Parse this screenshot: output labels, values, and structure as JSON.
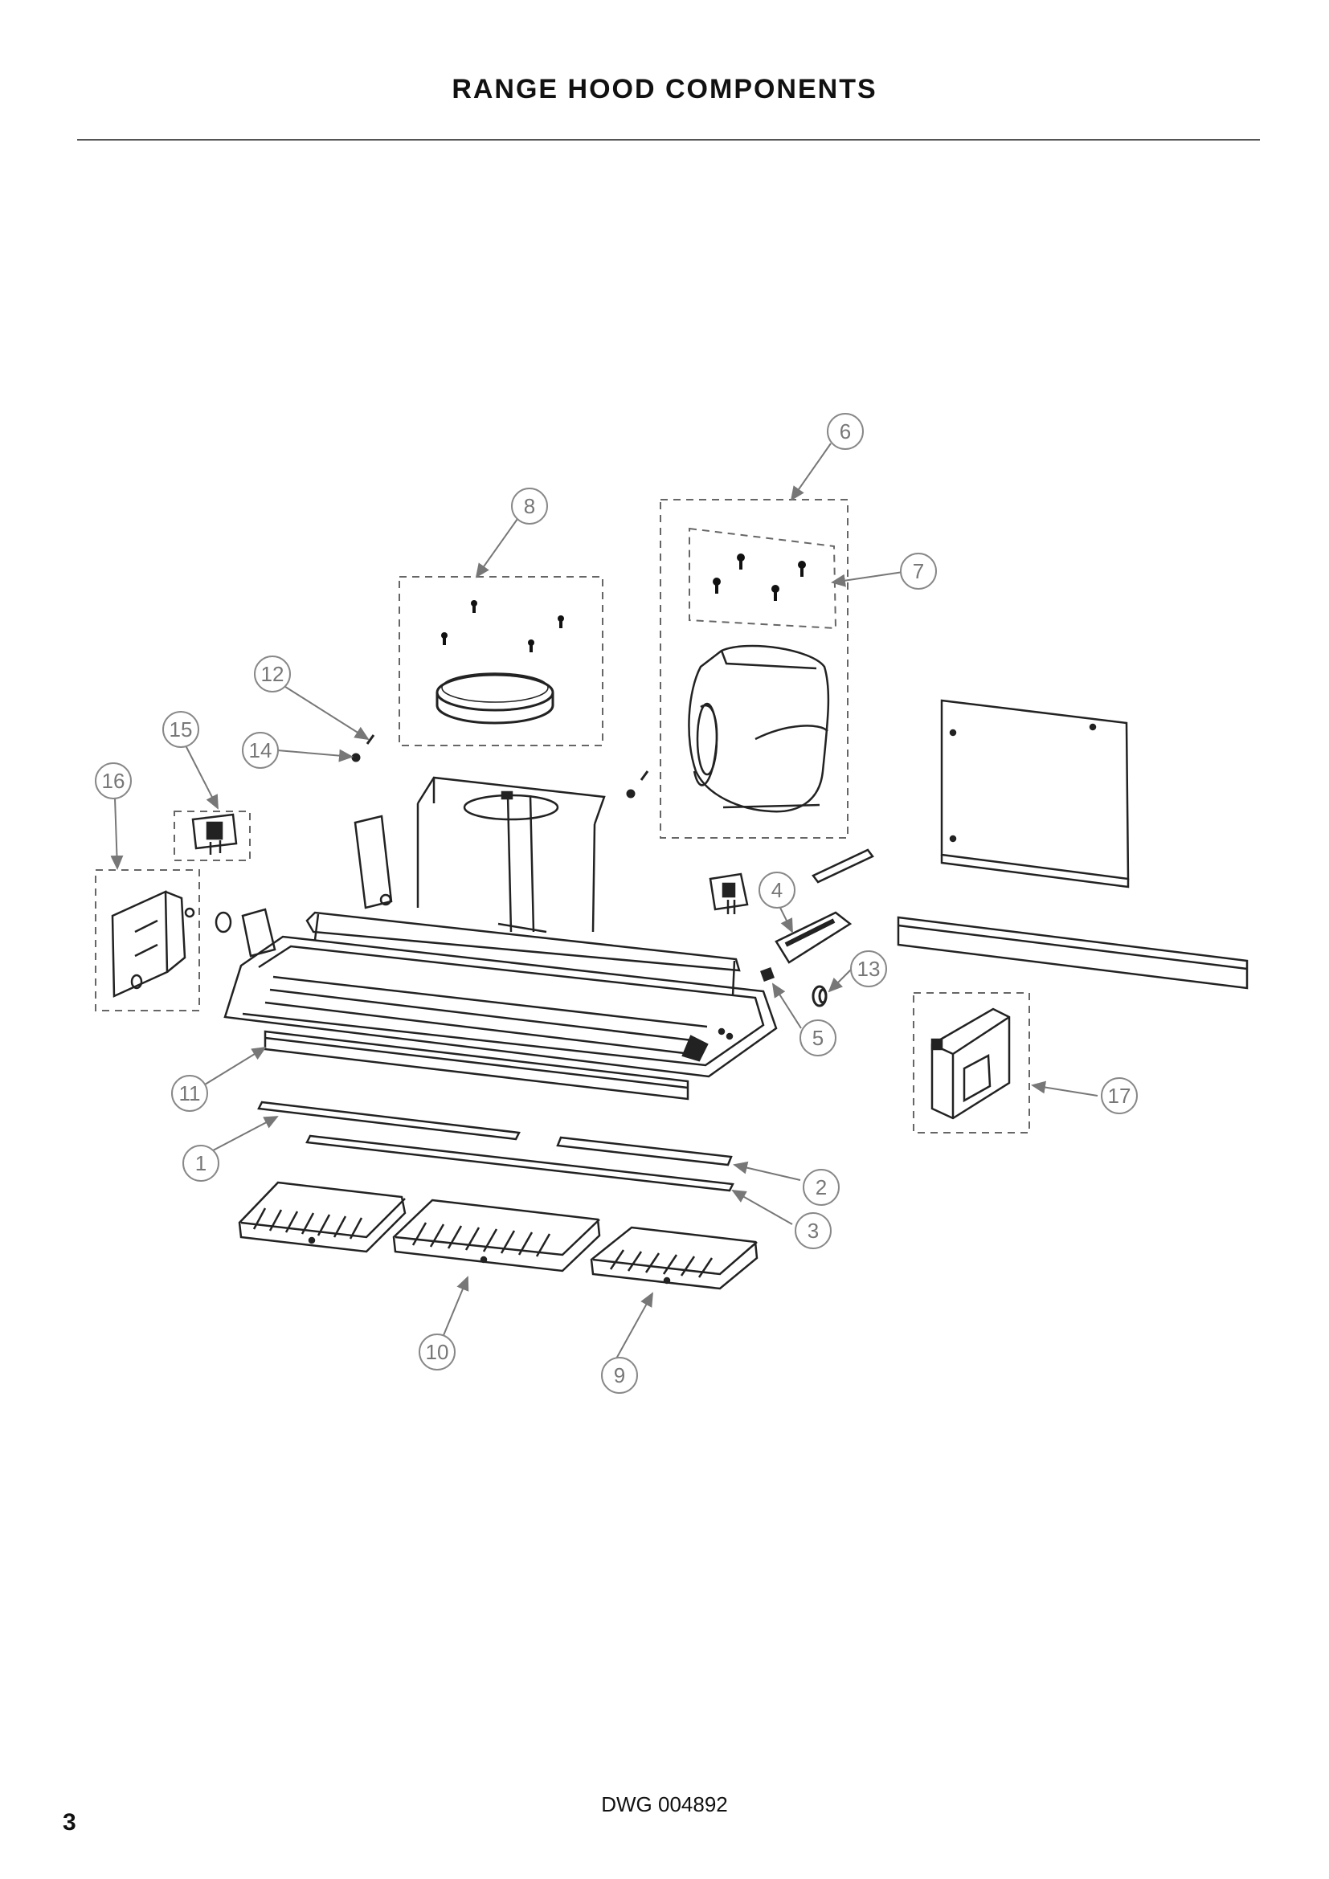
{
  "page": {
    "title": "RANGE HOOD COMPONENTS",
    "drawing_number": "DWG 004892",
    "page_number": "3"
  },
  "callouts": [
    "1",
    "2",
    "3",
    "4",
    "5",
    "6",
    "7",
    "8",
    "9",
    "10",
    "11",
    "12",
    "13",
    "14",
    "15",
    "16",
    "17"
  ]
}
